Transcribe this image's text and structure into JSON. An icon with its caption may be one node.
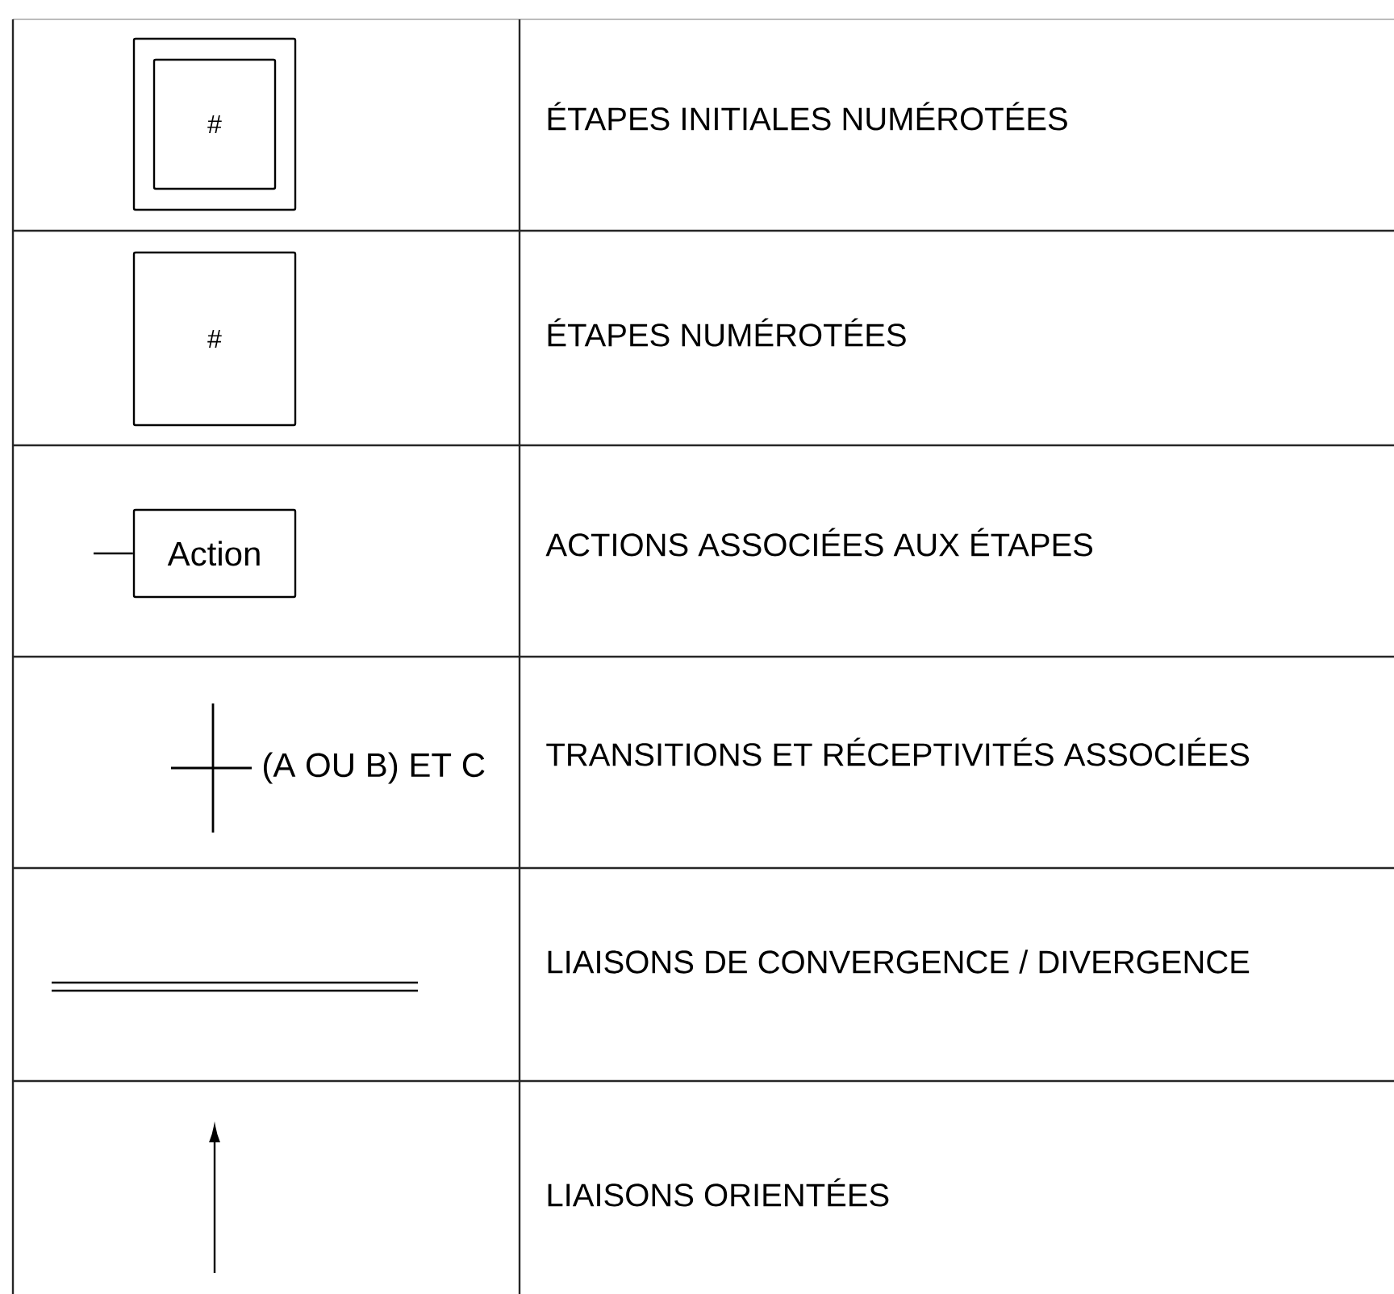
{
  "diagram": {
    "nodes": [
      {
        "text": [],
        "shape": "box"
      },
      {
        "text": [
          "#"
        ],
        "in": 0
      },
      {
        "text": [
          "#"
        ]
      },
      {
        "text": [
          "Action"
        ]
      }
    ],
    "edges": [
      {
        "from": null,
        "to": 3,
        "arrow": "none"
      }
    ],
    "labels": [
      "ÉTAPES INITIALES NUMÉROTÉES",
      "ÉTAPES NUMÉROTÉES",
      "ACTIONS ASSOCIÉES AUX ÉTAPES",
      "(A OU B) ET C",
      "TRANSITIONS ET RÉCEPTIVITÉS ASSOCIÉES",
      "LIAISONS DE CONVERGENCE / DIVERGENCE",
      "LIAISONS ORIENTÉES"
    ]
  }
}
